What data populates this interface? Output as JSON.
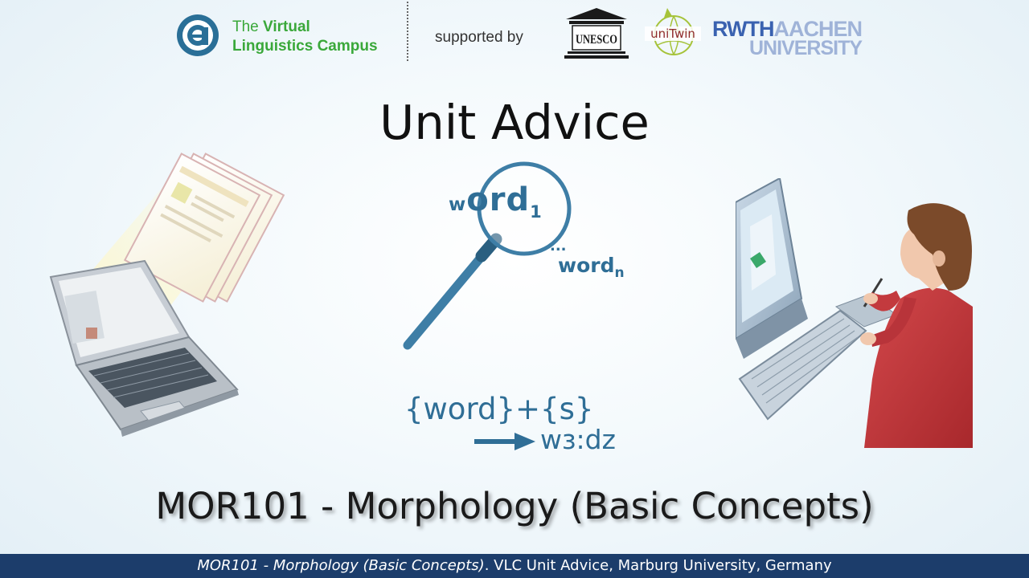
{
  "header": {
    "vlc_logo_icon": "vlc-at-sign-logo",
    "vlc_name_prefix": "The",
    "vlc_name_highlight": "Virtual",
    "vlc_name_line2": "Linguistics Campus",
    "supported_by": "supported by",
    "unesco_label": "UNESCO",
    "unitwin_label": "uniTwin",
    "rwth_part1": "RWTH",
    "rwth_part2": "AACHEN",
    "rwth_part3": "UNIVERSITY"
  },
  "title": "Unit Advice",
  "illustration": {
    "word1_w": "w",
    "word1_rest": "ord",
    "word1_sub": "1",
    "ellipsis": "...",
    "wordn": "word",
    "wordn_sub": "n",
    "formula": "{word}+{s}",
    "phonetic": "wɜ:dz"
  },
  "subtitle": "MOR101 - Morphology (Basic Concepts)",
  "footer": {
    "italic_part": "MOR101 - Morphology (Basic Concepts)",
    "rest": ". VLC Unit Advice, Marburg University, Germany"
  },
  "colors": {
    "footer_bg": "#1c3d6b",
    "accent_blue": "#2f6e96",
    "vlc_green": "#3aa83a",
    "rwth_blue": "#3a62b0"
  }
}
